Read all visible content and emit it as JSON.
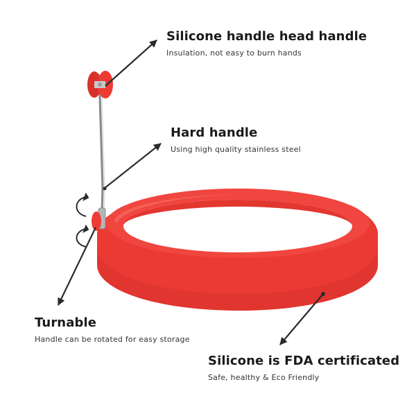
{
  "colors": {
    "silicone": "#ee3b34",
    "silicone_dark": "#c92a24",
    "steel": "#9a9a9a",
    "pointer": "#2b2b2b"
  },
  "callouts": {
    "head_handle": {
      "title": "Silicone handle head handle",
      "subtitle": "Insulation, not easy to burn hands"
    },
    "hard_handle": {
      "title": "Hard handle",
      "subtitle": "Using high quality stainless steel"
    },
    "turnable": {
      "title": "Turnable",
      "subtitle": "Handle can be rotated for easy storage"
    },
    "fda": {
      "title": "Silicone is FDA certificated",
      "subtitle": "Safe, healthy & Eco Friendly"
    }
  }
}
